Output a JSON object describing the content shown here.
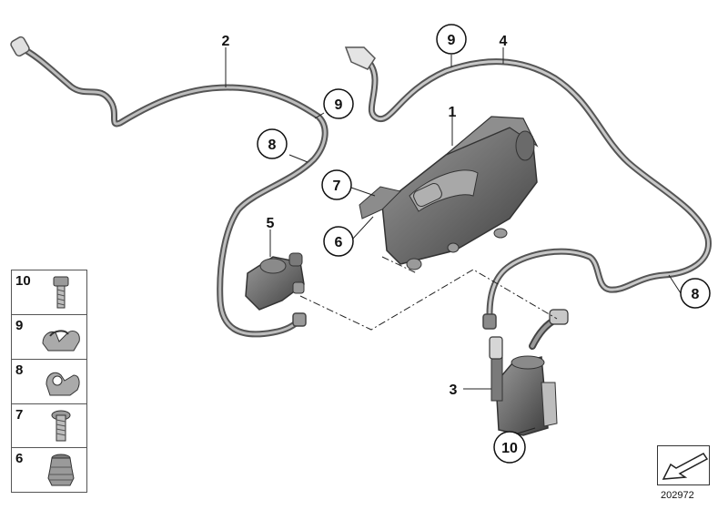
{
  "callouts": [
    {
      "id": "c1",
      "text": "1",
      "circled": false
    },
    {
      "id": "c2",
      "text": "2",
      "circled": false
    },
    {
      "id": "c3",
      "text": "3",
      "circled": false
    },
    {
      "id": "c4",
      "text": "4",
      "circled": false
    },
    {
      "id": "c5",
      "text": "5",
      "circled": false
    },
    {
      "id": "c6",
      "text": "6",
      "circled": true
    },
    {
      "id": "c7",
      "text": "7",
      "circled": true
    },
    {
      "id": "c8a",
      "text": "8",
      "circled": true
    },
    {
      "id": "c8b",
      "text": "8",
      "circled": true
    },
    {
      "id": "c9a",
      "text": "9",
      "circled": true
    },
    {
      "id": "c9b",
      "text": "9",
      "circled": true
    },
    {
      "id": "c10",
      "text": "10",
      "circled": true
    }
  ],
  "legend": [
    {
      "num": "10",
      "icon": "bolt-icon"
    },
    {
      "num": "9",
      "icon": "hose-clip-9-icon"
    },
    {
      "num": "8",
      "icon": "hose-clip-8-icon"
    },
    {
      "num": "7",
      "icon": "screw-icon"
    },
    {
      "num": "6",
      "icon": "grommet-icon"
    }
  ],
  "diagram_id": "202972",
  "colors": {
    "part": "#7d7d7d",
    "part_dark": "#4a4a4a",
    "part_light": "#bdbdbd",
    "line": "#222222"
  }
}
